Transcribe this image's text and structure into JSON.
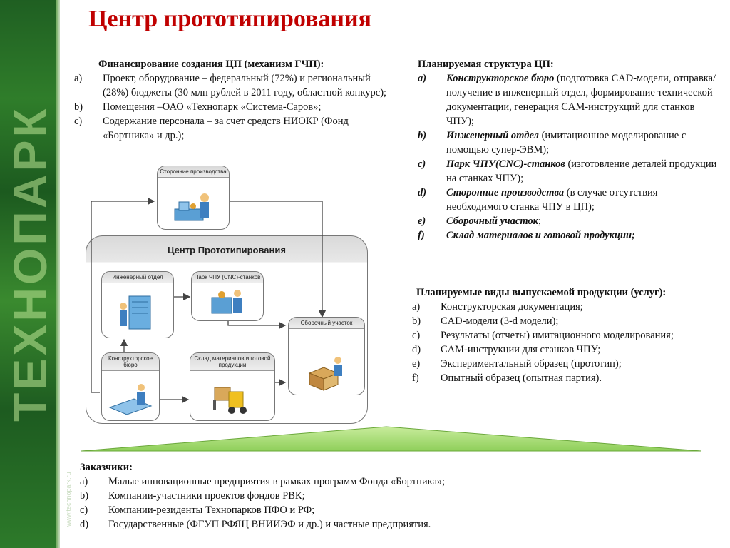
{
  "sidebar": {
    "logo_text": "ТЕХНОПАРК",
    "url_text": "www.technopark.ru"
  },
  "title": "Центр прототипирования",
  "financing": {
    "heading": "Финансирование создания ЦП (механизм ГЧП):",
    "items": [
      {
        "marker": "a)",
        "text": "Проект, оборудование – федеральный (72%) и региональный (28%) бюджеты (30 млн рублей в 2011 году, областной конкурс);"
      },
      {
        "marker": "b)",
        "text": "Помещения –ОАО «Технопарк «Система-Саров»;"
      },
      {
        "marker": "c)",
        "text": "Содержание персонала – за счет средств НИОКР (Фонд «Бортника» и др.);"
      }
    ]
  },
  "structure": {
    "heading": "Планируемая структура ЦП:",
    "items": [
      {
        "marker": "a)",
        "name": "Конструкторское бюро",
        "desc": " (подготовка CAD-модели, отправка/получение в инженерный отдел, формирование технической документации, генерация CAM-инструкций для станков ЧПУ);"
      },
      {
        "marker": "b)",
        "name": "Инженерный отдел",
        "desc": " (имитационное моделирование с помощью супер-ЭВМ);"
      },
      {
        "marker": "c)",
        "name": "Парк ЧПУ(CNC)-станков",
        "desc": " (изготовление деталей продукции на станках ЧПУ);"
      },
      {
        "marker": "d)",
        "name": "Сторонние производства",
        "desc": " (в случае отсутствия необходимого станка ЧПУ в ЦП);"
      },
      {
        "marker": "e)",
        "name": "Сборочный участок",
        "desc": ";"
      },
      {
        "marker": "f)",
        "name": "Склад материалов и готовой продукции;",
        "desc": ""
      }
    ]
  },
  "products": {
    "heading": "Планируемые виды выпускаемой продукции (услуг):",
    "items": [
      {
        "marker": "a)",
        "text": "Конструкторская документация;"
      },
      {
        "marker": "b)",
        "text": "CAD-модели (3-d модели);"
      },
      {
        "marker": "c)",
        "text": "Результаты (отчеты) имитационного моделирования;"
      },
      {
        "marker": "d)",
        "text": "CAM-инструкции для станков ЧПУ;"
      },
      {
        "marker": "e)",
        "text": "Экспериментальный образец (прототип);"
      },
      {
        "marker": "f)",
        "text": "Опытный образец (опытная партия)."
      }
    ]
  },
  "diagram": {
    "center_label": "Центр Прототипирования",
    "nodes": {
      "external": "Сторонние производства",
      "engineering": "Инженерный отдел",
      "cnc": "Парк ЧПУ (CNC)-станков",
      "assembly": "Сборочный участок",
      "design": "Конструкторское бюро",
      "warehouse": "Склад материалов и готовой продукции"
    }
  },
  "customers": {
    "heading": "Заказчики:",
    "items": [
      {
        "marker": "a)",
        "text": "Малые инновационные предприятия в рамках программ Фонда «Бортника»;"
      },
      {
        "marker": "b)",
        "text": "Компании-участники проектов фондов РВК;"
      },
      {
        "marker": "c)",
        "text": "Компании-резиденты Технопарков ПФО и РФ;"
      },
      {
        "marker": "d)",
        "text": "Государственные (ФГУП РФЯЦ ВНИИЭФ и др.) и частные предприятия."
      }
    ]
  },
  "colors": {
    "title": "#c00000",
    "sidebar": "#2f7d2a",
    "triangle": "#9fd36a"
  }
}
